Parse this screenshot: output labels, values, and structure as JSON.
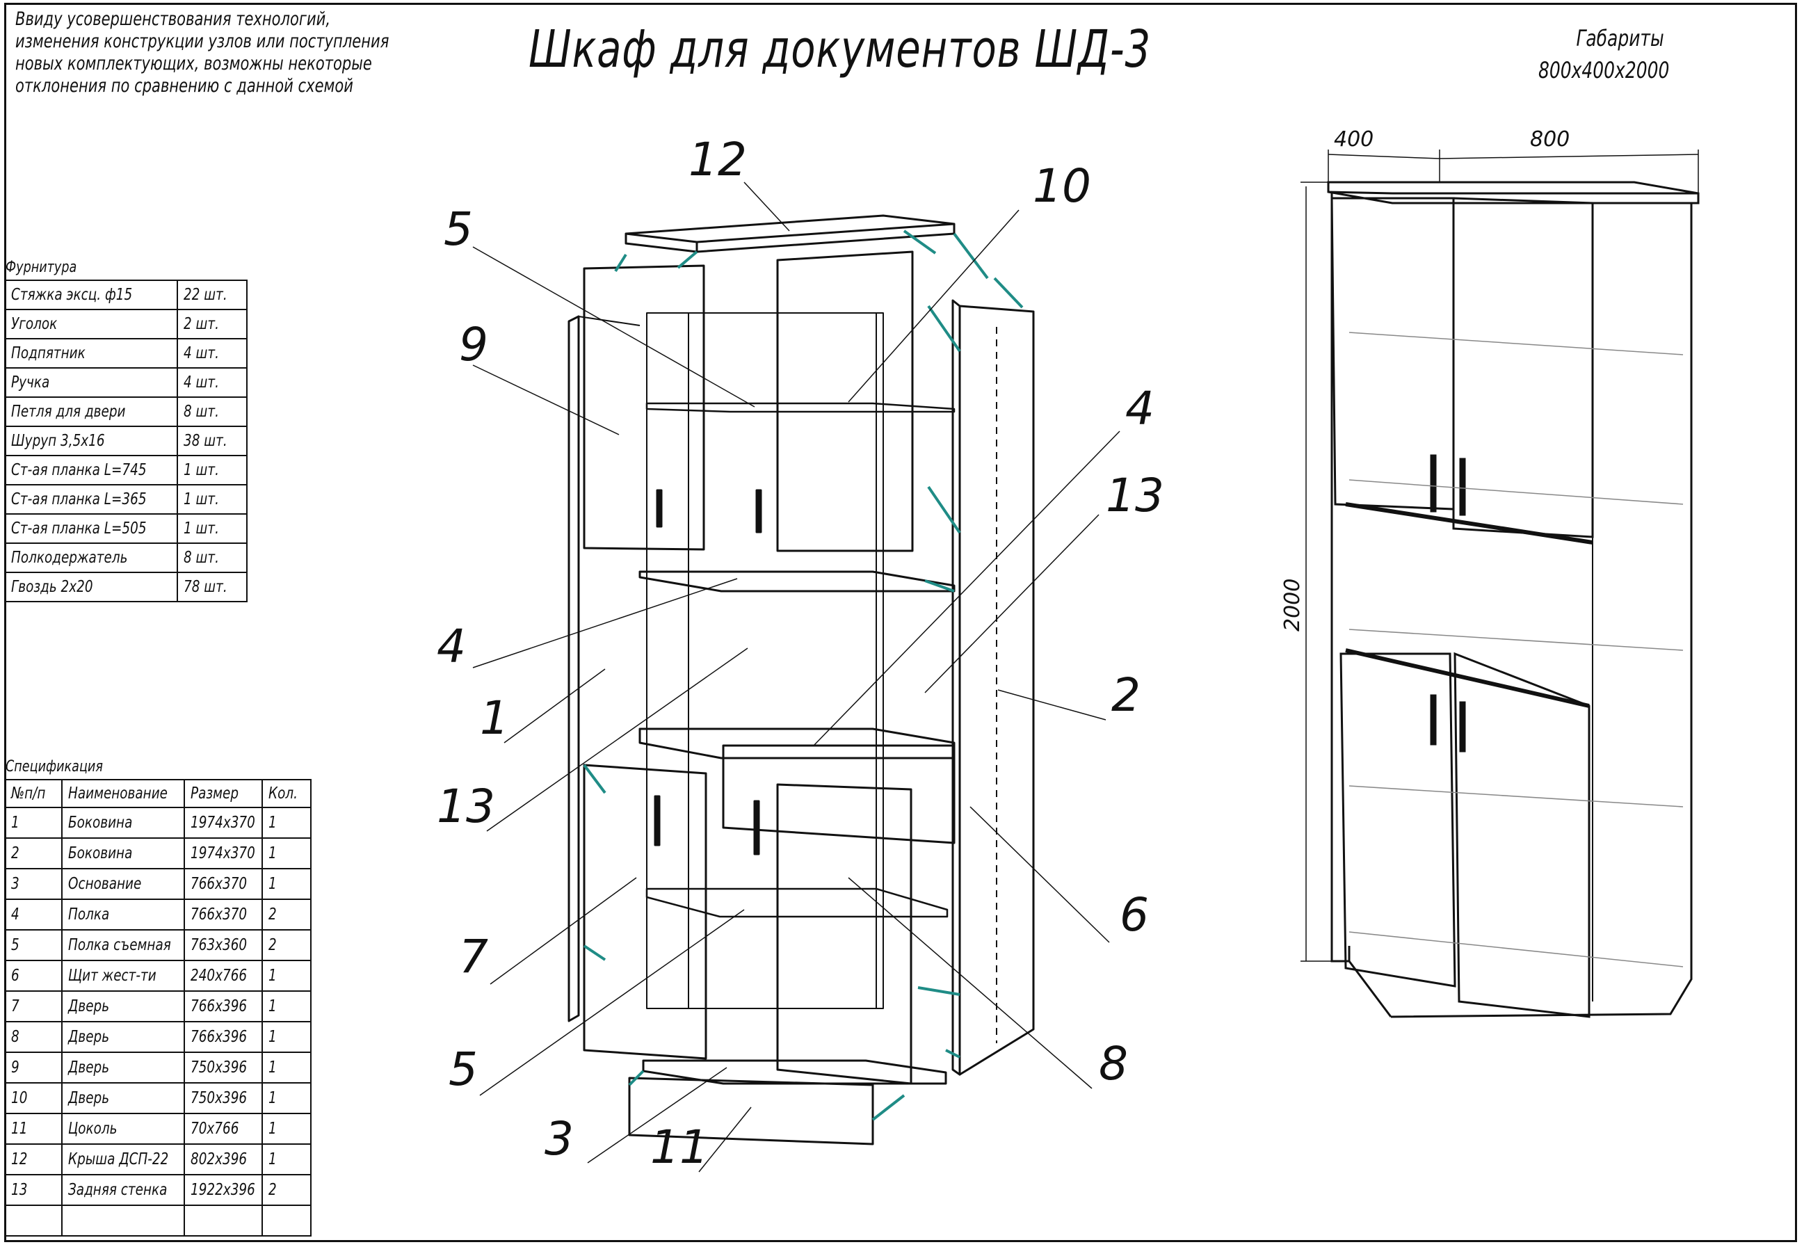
{
  "note": [
    "Ввиду усовершенствования технологий,",
    "изменения конструкции узлов или поступления",
    "новых комплектующих, возможны некоторые",
    "отклонения по сравнению с данной схемой"
  ],
  "title": "Шкаф для документов ШД-3",
  "dimensions": {
    "caption": "Габариты",
    "value": "800х400х2000",
    "depth": "400",
    "width": "800",
    "height": "2000"
  },
  "hardware": {
    "caption": "Фурнитура",
    "rows": [
      [
        "Стяжка эксц. ф15",
        "22 шт."
      ],
      [
        "Уголок",
        "2 шт."
      ],
      [
        "Подпятник",
        "4 шт."
      ],
      [
        "Ручка",
        "4 шт."
      ],
      [
        "Петля для двери",
        "8 шт."
      ],
      [
        "Шуруп 3,5х16",
        "38 шт."
      ],
      [
        "Ст-ая планка L=745",
        "1 шт."
      ],
      [
        "Ст-ая планка L=365",
        "1 шт."
      ],
      [
        "Ст-ая планка L=505",
        "1 шт."
      ],
      [
        "Полкодержатель",
        "8 шт."
      ],
      [
        "Гвоздь 2х20",
        "78 шт."
      ]
    ]
  },
  "spec": {
    "caption": "Спецификация",
    "headers": [
      "№п/п",
      "Наименование",
      "Размер",
      "Кол."
    ],
    "rows": [
      [
        "1",
        "Боковина",
        "1974х370",
        "1"
      ],
      [
        "2",
        "Боковина",
        "1974х370",
        "1"
      ],
      [
        "3",
        "Основание",
        "766х370",
        "1"
      ],
      [
        "4",
        "Полка",
        "766х370",
        "2"
      ],
      [
        "5",
        "Полка съемная",
        "763х360",
        "2"
      ],
      [
        "6",
        "Щит жест-ти",
        "240х766",
        "1"
      ],
      [
        "7",
        "Дверь",
        "766х396",
        "1"
      ],
      [
        "8",
        "Дверь",
        "766х396",
        "1"
      ],
      [
        "9",
        "Дверь",
        "750х396",
        "1"
      ],
      [
        "10",
        "Дверь",
        "750х396",
        "1"
      ],
      [
        "11",
        "Цоколь",
        "70х766",
        "1"
      ],
      [
        "12",
        "Крыша ДСП-22",
        "802х396",
        "1"
      ],
      [
        "13",
        "Задняя стенка",
        "1922х396",
        "2"
      ],
      [
        "",
        "",
        "",
        ""
      ]
    ]
  },
  "callouts": [
    "12",
    "10",
    "5",
    "9",
    "4",
    "13",
    "4",
    "1",
    "2",
    "13",
    "6",
    "7",
    "5",
    "8",
    "3",
    "11"
  ],
  "colors": {
    "ink": "#111111",
    "connector": "#1f8c86"
  }
}
